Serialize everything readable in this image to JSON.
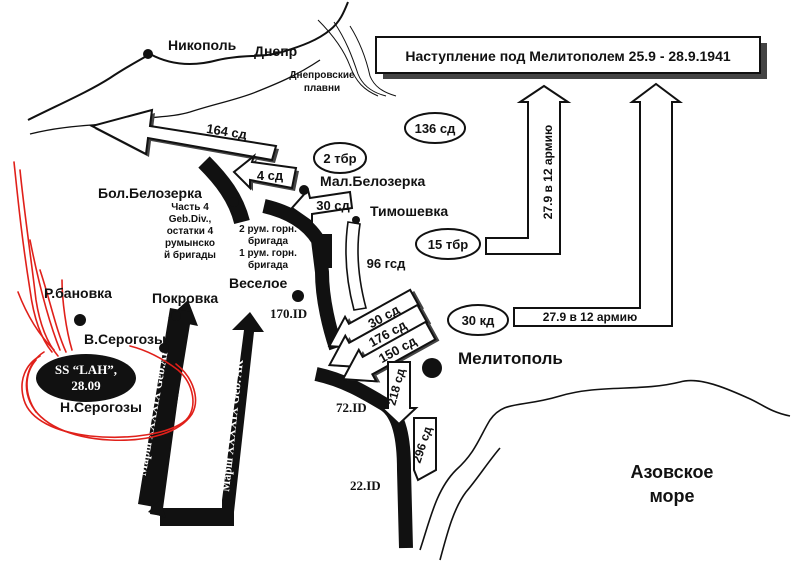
{
  "title": "Наступление под Мелитополем 25.9 - 28.9.1941",
  "colors": {
    "ink": "#111111",
    "paper": "#ffffff",
    "annotation_red": "#e0201a",
    "shadow": "#444444"
  },
  "places": {
    "nikopol": "Никополь",
    "dnepr": "Днепр",
    "dnepr_plavni_1": "Днепровские",
    "dnepr_plavni_2": "плавни",
    "bol_belozerka": "Бол.Белозерка",
    "mal_belozerka": "Мал.Белозерка",
    "timoshevka": "Тимошевка",
    "rubanovka": "Р.бановка",
    "pokrovka": "Покровка",
    "veseloe": "Веселое",
    "v_serogozy": "В.Серогозы",
    "n_serogozy": "Н.Серогозы",
    "melitopol": "Мелитополь",
    "azov_1": "Азовское",
    "azov_2": "море"
  },
  "units": {
    "sd164": "164 сд",
    "sd136": "136 сд",
    "tbr2": "2 тбр",
    "sd4": "4 сд",
    "sd30_top": "30 сд",
    "tbr15": "15 тбр",
    "gsd96": "96 гсд",
    "sd30": "30 сд",
    "sd176": "176 сд",
    "sd150": "150 сд",
    "sd218": "218 сд",
    "sd296": "296 сд",
    "kd30": "30 кд",
    "army12_a": "27.9 в 12 армию",
    "army12_b": "27.9 в 12 армию"
  },
  "german": {
    "id170": "170.ID",
    "id72": "72.ID",
    "id22": "22.ID",
    "geb_div_1": "Часть 4",
    "geb_div_2": "Geb.Div.,",
    "geb_div_3": "остатки 4",
    "geb_div_4": "румынско",
    "geb_div_5": "й бригады",
    "rum_2_1": "2 рум. горн.",
    "rum_2_2": "бригада",
    "rum_1_1": "1 рум. горн.",
    "rum_1_2": "бригада",
    "march_1": "Марш XXXXIX Geb.AK",
    "march_2": "Марш XXXXIX Geb. AK",
    "ss_lah_1": "SS “LAH”,",
    "ss_lah_2": "28.09"
  }
}
